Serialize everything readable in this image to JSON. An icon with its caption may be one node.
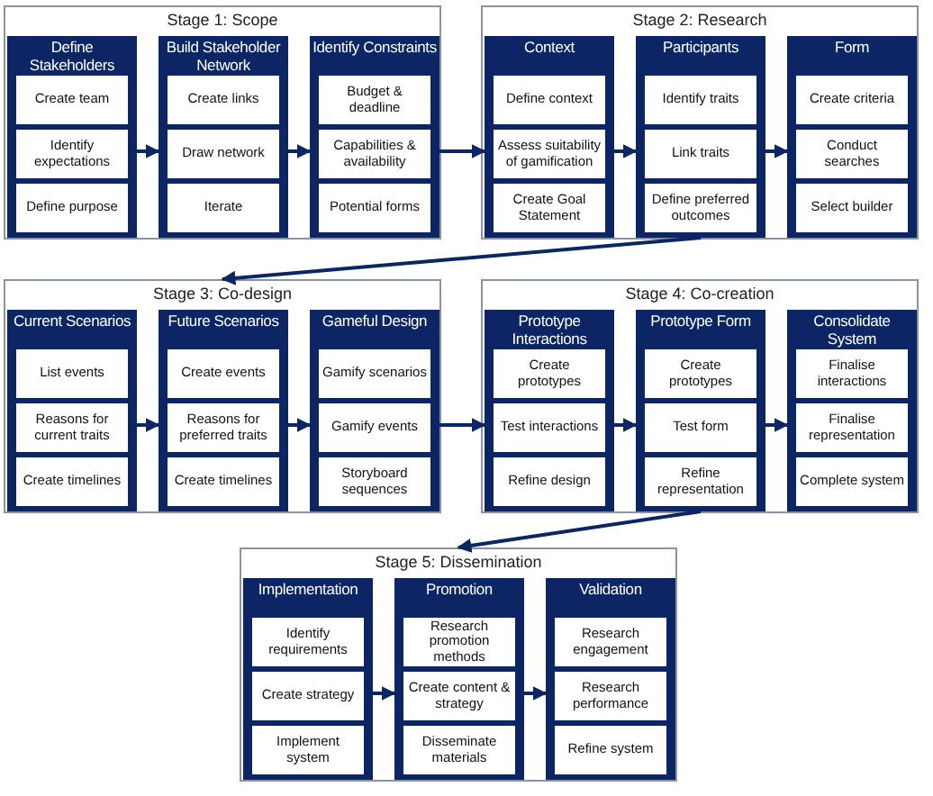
{
  "diagram": {
    "nodes": [
      {
        "text": [
          "Stage 1: Scope"
        ]
      },
      {
        "text": [
          "Define Stakeholders"
        ],
        "in": 0
      },
      {
        "text": [
          "Create team"
        ],
        "in": 1
      },
      {
        "text": [
          "Identify expectations"
        ],
        "in": 1
      },
      {
        "text": [
          "Define purpose"
        ],
        "in": 1
      },
      {
        "text": [
          "Build Stakeholder Network"
        ],
        "in": 0
      },
      {
        "text": [
          "Create links"
        ],
        "in": 5
      },
      {
        "text": [
          "Draw network"
        ],
        "in": 5
      },
      {
        "text": [
          "Iterate"
        ],
        "in": 5
      },
      {
        "text": [
          "Identify Constraints"
        ],
        "in": 0
      },
      {
        "text": [
          "Budget & deadline"
        ],
        "in": 9
      },
      {
        "text": [
          "Capabilities & availability"
        ],
        "in": 9
      },
      {
        "text": [
          "Potential forms"
        ],
        "in": 9
      },
      {
        "text": [
          "Stage 2: Research"
        ]
      },
      {
        "text": [
          "Context"
        ],
        "in": 13
      },
      {
        "text": [
          "Define context"
        ],
        "in": 14
      },
      {
        "text": [
          "Assess suitability of gamification"
        ],
        "in": 14
      },
      {
        "text": [
          "Create Goal Statement"
        ],
        "in": 14
      },
      {
        "text": [
          "Participants"
        ],
        "in": 13
      },
      {
        "text": [
          "Identify traits"
        ],
        "in": 18
      },
      {
        "text": [
          "Link traits"
        ],
        "in": 18
      },
      {
        "text": [
          "Define preferred outcomes"
        ],
        "in": 18
      },
      {
        "text": [
          "Form"
        ],
        "in": 13
      },
      {
        "text": [
          "Create criteria"
        ],
        "in": 22
      },
      {
        "text": [
          "Conduct searches"
        ],
        "in": 22
      },
      {
        "text": [
          "Select builder"
        ],
        "in": 22
      },
      {
        "text": [
          "Stage 3: Co-design"
        ]
      },
      {
        "text": [
          "Current Scenarios"
        ],
        "in": 26
      },
      {
        "text": [
          "List events"
        ],
        "in": 27
      },
      {
        "text": [
          "Reasons for current traits"
        ],
        "in": 27
      },
      {
        "text": [
          "Create timelines"
        ],
        "in": 27
      },
      {
        "text": [
          "Future Scenarios"
        ],
        "in": 26
      },
      {
        "text": [
          "Create events"
        ],
        "in": 31
      },
      {
        "text": [
          "Reasons for preferred traits"
        ],
        "in": 31
      },
      {
        "text": [
          "Create timelines"
        ],
        "in": 31
      },
      {
        "text": [
          "Gameful Design"
        ],
        "in": 26
      },
      {
        "text": [
          "Gamify scenarios"
        ],
        "in": 35
      },
      {
        "text": [
          "Gamify events"
        ],
        "in": 35
      },
      {
        "text": [
          "Storyboard sequences"
        ],
        "in": 35
      },
      {
        "text": [
          "Stage 4: Co-creation"
        ]
      },
      {
        "text": [
          "Prototype Interactions"
        ],
        "in": 39
      },
      {
        "text": [
          "Create prototypes"
        ],
        "in": 40
      },
      {
        "text": [
          "Test interactions"
        ],
        "in": 40
      },
      {
        "text": [
          "Refine design"
        ],
        "in": 40
      },
      {
        "text": [
          "Prototype Form"
        ],
        "in": 39
      },
      {
        "text": [
          "Create prototypes"
        ],
        "in": 44
      },
      {
        "text": [
          "Test form"
        ],
        "in": 44
      },
      {
        "text": [
          "Refine representation"
        ],
        "in": 44
      },
      {
        "text": [
          "Consolidate System"
        ],
        "in": 39
      },
      {
        "text": [
          "Finalise interactions"
        ],
        "in": 48
      },
      {
        "text": [
          "Finalise representation"
        ],
        "in": 48
      },
      {
        "text": [
          "Complete system"
        ],
        "in": 48
      },
      {
        "text": [
          "Stage 5: Dissemination"
        ]
      },
      {
        "text": [
          "Implementation"
        ],
        "in": 52
      },
      {
        "text": [
          "Identify requirements"
        ],
        "in": 53
      },
      {
        "text": [
          "Create strategy"
        ],
        "in": 53
      },
      {
        "text": [
          "Implement system"
        ],
        "in": 53
      },
      {
        "text": [
          "Promotion"
        ],
        "in": 52
      },
      {
        "text": [
          "Research promotion methods"
        ],
        "in": 57
      },
      {
        "text": [
          "Create content & strategy"
        ],
        "in": 57
      },
      {
        "text": [
          "Disseminate materials"
        ],
        "in": 57
      },
      {
        "text": [
          "Validation"
        ],
        "in": 52
      },
      {
        "text": [
          "Research engagement"
        ],
        "in": 61
      },
      {
        "text": [
          "Research performance"
        ],
        "in": 61
      },
      {
        "text": [
          "Refine system"
        ],
        "in": 61
      }
    ],
    "edges": [
      {
        "from": 1,
        "to": 5,
        "arrow": "to"
      },
      {
        "from": 5,
        "to": 9,
        "arrow": "to"
      },
      {
        "from": 9,
        "to": 14,
        "arrow": "to"
      },
      {
        "from": 14,
        "to": 18,
        "arrow": "to"
      },
      {
        "from": 18,
        "to": 22,
        "arrow": "to"
      },
      {
        "from": 18,
        "to": 26,
        "arrow": "to"
      },
      {
        "from": 27,
        "to": 31,
        "arrow": "to"
      },
      {
        "from": 31,
        "to": 35,
        "arrow": "to"
      },
      {
        "from": 35,
        "to": 40,
        "arrow": "to"
      },
      {
        "from": 40,
        "to": 44,
        "arrow": "to"
      },
      {
        "from": 44,
        "to": 48,
        "arrow": "to"
      },
      {
        "from": 44,
        "to": 52,
        "arrow": "to"
      },
      {
        "from": 53,
        "to": 57,
        "arrow": "to"
      },
      {
        "from": 57,
        "to": 61,
        "arrow": "to"
      }
    ]
  }
}
